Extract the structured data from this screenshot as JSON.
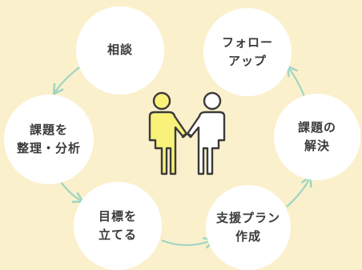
{
  "steps": [
    {
      "id": "consultation",
      "label": "相談"
    },
    {
      "id": "analysis",
      "label": "課題を\n整理・分析"
    },
    {
      "id": "goal",
      "label": "目標を\n立てる"
    },
    {
      "id": "support-plan",
      "label": "支援プラン\n作成"
    },
    {
      "id": "solution",
      "label": "課題の\n解決"
    },
    {
      "id": "follow-up",
      "label": "フォロー\nアップ"
    }
  ],
  "colors": {
    "background": "#fbf0cc",
    "node_fill": "#ffffff",
    "arrow": "#9ed5c2",
    "figure_left_fill": "#f8f27a",
    "figure_outline": "#3a3a3a",
    "text": "#3a3a3a"
  }
}
